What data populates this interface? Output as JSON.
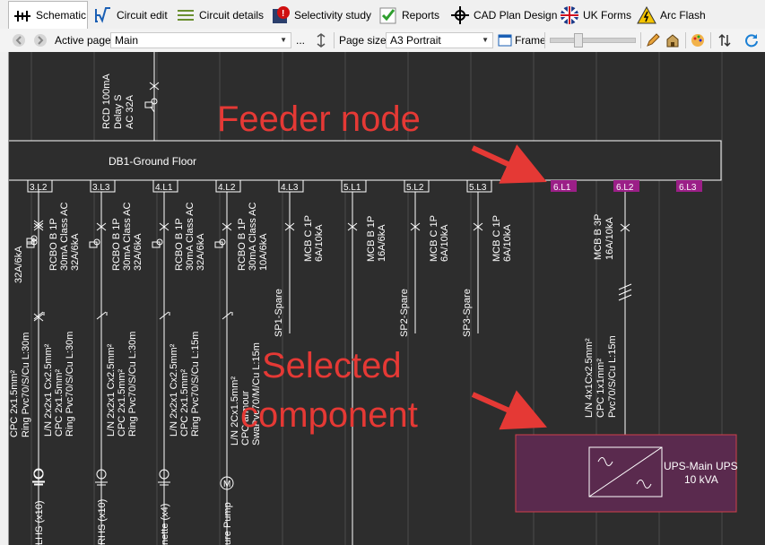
{
  "tabs": [
    {
      "label": "Schematic",
      "active": true,
      "icon": "schematic-icon"
    },
    {
      "label": "Circuit edit",
      "active": false,
      "icon": "formula-icon"
    },
    {
      "label": "Circuit details",
      "active": false,
      "icon": "list-lines-icon"
    },
    {
      "label": "Selectivity study",
      "active": false,
      "icon": "warning-chart-icon"
    },
    {
      "label": "Reports",
      "active": false,
      "icon": "check-report-icon"
    },
    {
      "label": "CAD Plan Design",
      "active": false,
      "icon": "crosshair-icon"
    },
    {
      "label": "UK Forms",
      "active": false,
      "icon": "uk-flag-icon"
    },
    {
      "label": "Arc Flash",
      "active": false,
      "icon": "arc-warning-icon"
    }
  ],
  "toolbar": {
    "active_page_label": "Active page",
    "active_page_value": "Main",
    "ellipsis": "...",
    "page_size_label": "Page size",
    "page_size_value": "A3 Portrait",
    "frame_label": "Frame"
  },
  "schematic": {
    "incomer_label": [
      "RCD 100mA",
      "Delay S",
      "AC 32A"
    ],
    "board_name": "DB1-Ground Floor",
    "ways": [
      {
        "id": "3.L2",
        "label": [
          "RCBO B 1P",
          "30mA Class AC",
          "32A/6kA"
        ],
        "cable": [
          "L/N 2x2x1 Cx2.5mm²",
          "CPC  2x1.5mm²",
          "Ring Pvc70/S/Cu L:30m"
        ],
        "load": "LHS (x10)"
      },
      {
        "id": "3.L3",
        "label": [
          "RCBO B 1P",
          "30mA Class AC",
          "32A/6kA"
        ],
        "cable": [
          "L/N 2x2x1 Cx2.5mm²",
          "CPC  2x1.5mm²",
          "Ring Pvc70/S/Cu L:30m"
        ],
        "load": "RHS (x10)"
      },
      {
        "id": "4.L1",
        "label": [
          "RCBO B 1P",
          "30mA Class AC",
          "32A/6kA"
        ],
        "cable": [
          "L/N 2x2x1 Cx2.5mm²",
          "CPC  2x1.5mm²",
          "Ring Pvc70/S/Cu L:15m"
        ],
        "load": "nette (x4)"
      },
      {
        "id": "4.L2",
        "label": [
          "RCBO B 1P",
          "30mA Class AC",
          "10A/6kA"
        ],
        "cable": [
          "L/N 2Cx1.5mm²",
          "CPC armour",
          "SwaPvc70/M/Cu L:15m"
        ],
        "load": "ure Pump"
      },
      {
        "id": "4.L3",
        "label": [
          "MCB C 1P",
          "6A/10kA"
        ],
        "load": "SP1-Spare"
      },
      {
        "id": "5.L1",
        "label": [
          "MCB B 1P",
          "16A/6kA"
        ]
      },
      {
        "id": "5.L2",
        "label": [
          "MCB C 1P",
          "6A/10kA"
        ],
        "load": "SP2-Spare"
      },
      {
        "id": "5.L3",
        "label": [
          "MCB C 1P",
          "6A/10kA"
        ],
        "load": "SP3-Spare"
      }
    ],
    "first_way_partial": {
      "label": "32A/6kA",
      "cable": [
        "CPC  2x1.5mm²",
        "Ring Pvc70/S/Cu L:30m"
      ]
    },
    "feeder_ways": [
      "6.L1",
      "6.L2",
      "6.L3"
    ],
    "feeder_breaker": [
      "MCB B 3P",
      "16A/10kA"
    ],
    "feeder_cable": [
      "L/N 4x1Cx2.5mm²",
      "CPC  1x1mm²",
      "Pvc70/S/Cu L:15m"
    ],
    "ups": {
      "name": "UPS-Main UPS",
      "rating": "10 kVA"
    },
    "pump_symbol": "M",
    "annotations": {
      "feeder": "Feeder node",
      "selected": [
        "Selected",
        "component"
      ]
    },
    "colors": {
      "background": "#2d2d2d",
      "grid": "#4a4a4a",
      "wire": "#ffffff",
      "feeder": "#9b1f87",
      "annotation": "#e53935",
      "selection": "#5a2a4e"
    }
  }
}
